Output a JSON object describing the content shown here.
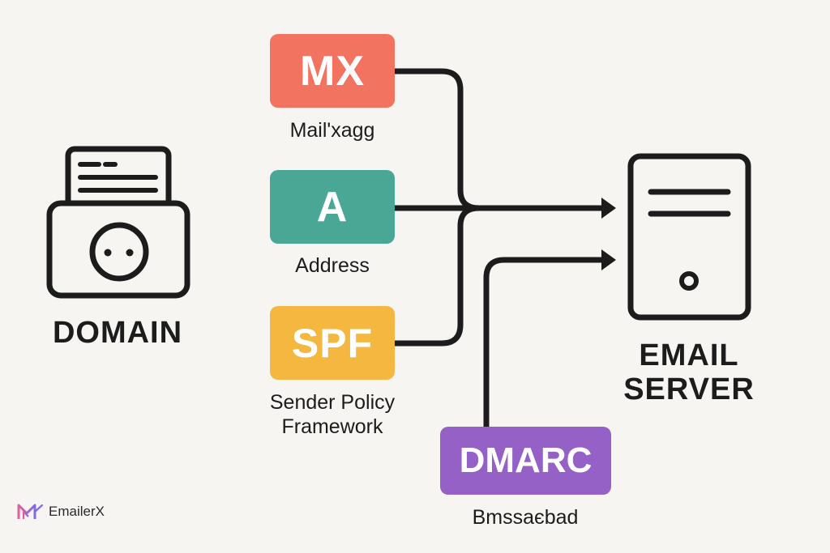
{
  "domain_node": {
    "label": "DOMAIN"
  },
  "records": [
    {
      "code": "MX",
      "caption": "Mail'xagg",
      "color": "#f2735f"
    },
    {
      "code": "A",
      "caption": "Address",
      "color": "#4aa695"
    },
    {
      "code": "SPF",
      "caption_lines": [
        "Sender Policy",
        "Framework"
      ],
      "color": "#f4b73f"
    }
  ],
  "dmarc": {
    "code": "DMARC",
    "caption": "Bmssaєbad",
    "color": "#9561c6"
  },
  "server_node": {
    "label_lines": [
      "EMAIL",
      "SERVER"
    ]
  },
  "brand": {
    "name": "EmailerX",
    "colors": [
      "#e0609b",
      "#7f6ae6"
    ]
  },
  "colors": {
    "line": "#1c1c1c",
    "background": "#f7f5f2"
  }
}
